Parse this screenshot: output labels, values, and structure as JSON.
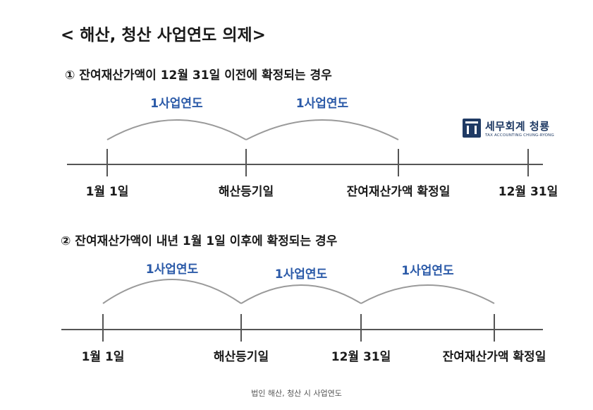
{
  "title": "< 해산, 청산 사업연도 의제>",
  "case1": {
    "heading": "① 잔여재산가액이 12월 31일 이전에 확정되는 경우",
    "segments": [
      "1사업연도",
      "1사업연도"
    ],
    "ticks": [
      "1월 1일",
      "해산등기일",
      "잔여재산가액 확정일",
      "12월 31일"
    ]
  },
  "case2": {
    "heading": "② 잔여재산가액이 내년 1월 1일 이후에 확정되는 경우",
    "segments": [
      "1사업연도",
      "1사업연도",
      "1사업연도"
    ],
    "ticks": [
      "1월 1일",
      "해산등기일",
      "12월 31일",
      "잔여재산가액 확정일"
    ]
  },
  "logo": {
    "name": "세무회계 청룡",
    "subtitle": "TAX ACCOUNTING CHUNG-RYONG"
  },
  "caption": "법인 해산, 청산 시 사업연도",
  "colors": {
    "arc": "#9a9a9a",
    "axis": "#555555",
    "segment_label": "#2b5aa8",
    "logo": "#1f3a64"
  }
}
